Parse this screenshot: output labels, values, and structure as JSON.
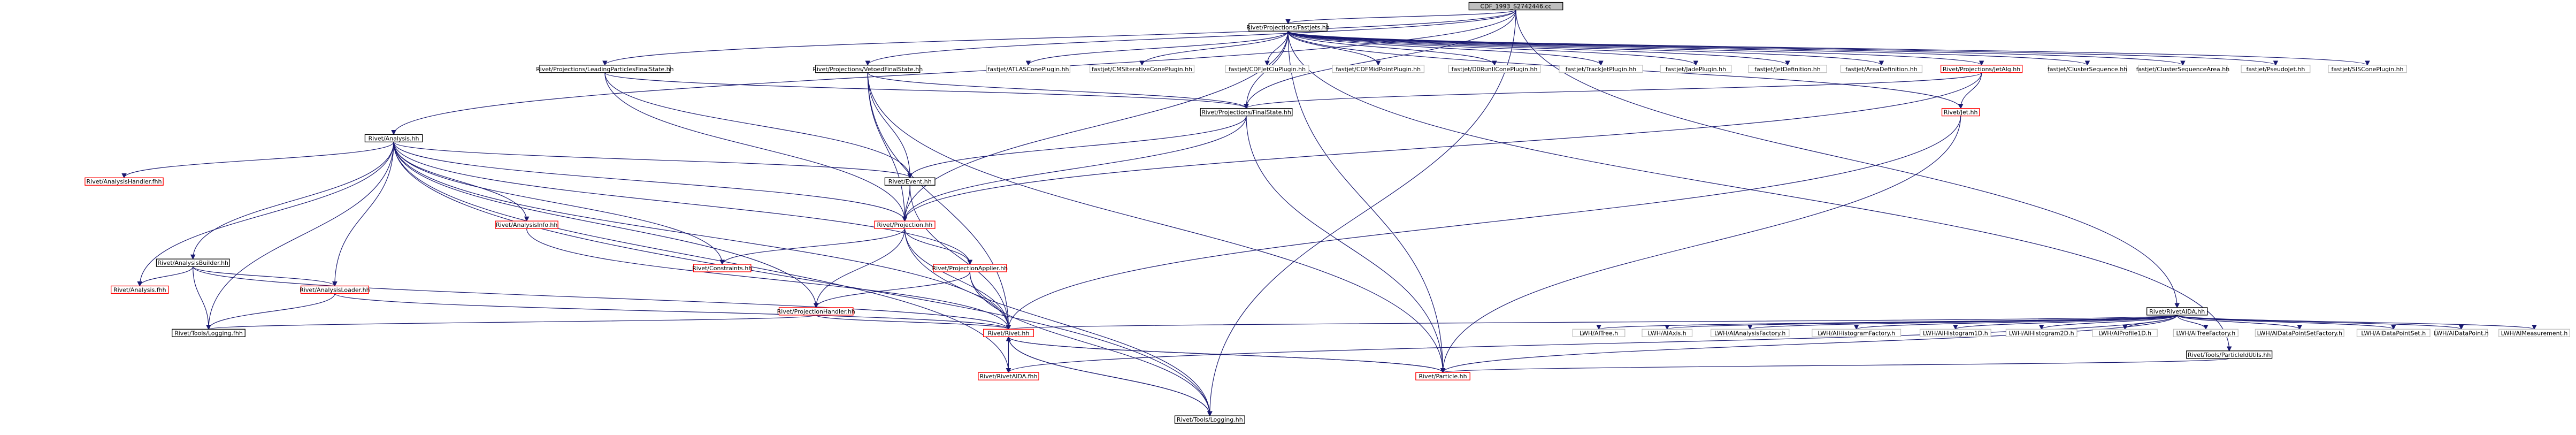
{
  "diagram": {
    "title": "",
    "colors": {
      "edge": "#191970",
      "root_fill": "#bfbfbf",
      "node_fill": "#ffffff",
      "normal_border": "#000000",
      "red_border": "#ff0000",
      "gray_border": "#bfbfbf"
    },
    "nodes": [
      {
        "id": "root",
        "label": "CDF_1993_S2742446.cc",
        "style": "root"
      },
      {
        "id": "fastjets",
        "label": "Rivet/Projections/FastJets.hh",
        "style": "normal"
      },
      {
        "id": "analysis",
        "label": "Rivet/Analysis.hh",
        "style": "normal"
      },
      {
        "id": "leadpfs",
        "label": "Rivet/Projections/LeadingParticlesFinalState.hh",
        "style": "normal"
      },
      {
        "id": "vetoedfs",
        "label": "Rivet/Projections/VetoedFinalState.hh",
        "style": "normal"
      },
      {
        "id": "atlascone",
        "label": "fastjet/ATLASConePlugin.hh",
        "style": "gray"
      },
      {
        "id": "cmsitcone",
        "label": "fastjet/CMSIterativeConePlugin.hh",
        "style": "gray"
      },
      {
        "id": "cdfjetclu",
        "label": "fastjet/CDFJetCluPlugin.hh",
        "style": "gray"
      },
      {
        "id": "cdfmidpoint",
        "label": "fastjet/CDFMidPointPlugin.hh",
        "style": "gray"
      },
      {
        "id": "d0runii",
        "label": "fastjet/D0RunIIConePlugin.hh",
        "style": "gray"
      },
      {
        "id": "trackjet",
        "label": "fastjet/TrackJetPlugin.hh",
        "style": "gray"
      },
      {
        "id": "jade",
        "label": "fastjet/JadePlugin.hh",
        "style": "gray"
      },
      {
        "id": "jetdef",
        "label": "fastjet/JetDefinition.hh",
        "style": "gray"
      },
      {
        "id": "areadef",
        "label": "fastjet/AreaDefinition.hh",
        "style": "gray"
      },
      {
        "id": "jetalg",
        "label": "Rivet/Projections/JetAlg.hh",
        "style": "red"
      },
      {
        "id": "clseq",
        "label": "fastjet/ClusterSequence.hh",
        "style": "gray"
      },
      {
        "id": "clseqarea",
        "label": "fastjet/ClusterSequenceArea.hh",
        "style": "gray"
      },
      {
        "id": "pseudojet",
        "label": "fastjet/PseudoJet.hh",
        "style": "gray"
      },
      {
        "id": "siscone",
        "label": "fastjet/SISConePlugin.hh",
        "style": "gray"
      },
      {
        "id": "finalstate",
        "label": "Rivet/Projections/FinalState.hh",
        "style": "normal"
      },
      {
        "id": "jet",
        "label": "Rivet/Jet.hh",
        "style": "red"
      },
      {
        "id": "analysishandler",
        "label": "Rivet/AnalysisHandler.fhh",
        "style": "red"
      },
      {
        "id": "event",
        "label": "Rivet/Event.hh",
        "style": "normal"
      },
      {
        "id": "projection",
        "label": "Rivet/Projection.hh",
        "style": "red"
      },
      {
        "id": "analysisinfo",
        "label": "Rivet/AnalysisInfo.hh",
        "style": "red"
      },
      {
        "id": "constraints",
        "label": "Rivet/Constraints.hh",
        "style": "red"
      },
      {
        "id": "projapplier",
        "label": "Rivet/ProjectionApplier.hh",
        "style": "red"
      },
      {
        "id": "analysisbuilder",
        "label": "Rivet/AnalysisBuilder.hh",
        "style": "normal"
      },
      {
        "id": "analysisfhh",
        "label": "Rivet/Analysis.fhh",
        "style": "red"
      },
      {
        "id": "analysisloader",
        "label": "Rivet/AnalysisLoader.hh",
        "style": "red"
      },
      {
        "id": "projhandler",
        "label": "Rivet/ProjectionHandler.hh",
        "style": "red"
      },
      {
        "id": "toolslogfhh",
        "label": "Rivet/Tools/Logging.fhh",
        "style": "normal"
      },
      {
        "id": "rivethh",
        "label": "Rivet/Rivet.hh",
        "style": "red"
      },
      {
        "id": "rivetaidafhh",
        "label": "Rivet/RivetAIDA.fhh",
        "style": "red"
      },
      {
        "id": "particle",
        "label": "Rivet/Particle.hh",
        "style": "red"
      },
      {
        "id": "toolslog",
        "label": "Rivet/Tools/Logging.hh",
        "style": "normal"
      },
      {
        "id": "particleidutils",
        "label": "Rivet/Tools/ParticleIdUtils.hh",
        "style": "normal"
      },
      {
        "id": "rivetaidahh",
        "label": "Rivet/RivetAIDA.hh",
        "style": "normal"
      },
      {
        "id": "itree",
        "label": "LWH/AITree.h",
        "style": "gray"
      },
      {
        "id": "iaxis",
        "label": "LWH/AIAxis.h",
        "style": "gray"
      },
      {
        "id": "ianalysisfactory",
        "label": "LWH/AIAnalysisFactory.h",
        "style": "gray"
      },
      {
        "id": "ihistogramfactory",
        "label": "LWH/AIHistogramFactory.h",
        "style": "gray"
      },
      {
        "id": "ihistogram1d",
        "label": "LWH/AIHistogram1D.h",
        "style": "gray"
      },
      {
        "id": "ihistogram2d",
        "label": "LWH/AIHistogram2D.h",
        "style": "gray"
      },
      {
        "id": "iprofile1d",
        "label": "LWH/AIProfile1D.h",
        "style": "gray"
      },
      {
        "id": "itreefactory",
        "label": "LWH/AITreeFactory.h",
        "style": "gray"
      },
      {
        "id": "idpsfactory",
        "label": "LWH/AIDataPointSetFactory.h",
        "style": "gray"
      },
      {
        "id": "idpset",
        "label": "LWH/AIDataPointSet.h",
        "style": "gray"
      },
      {
        "id": "idpoint",
        "label": "LWH/AIDataPoint.h",
        "style": "gray"
      },
      {
        "id": "imeasurement",
        "label": "LWH/AIMeasurement.h",
        "style": "gray"
      }
    ]
  }
}
